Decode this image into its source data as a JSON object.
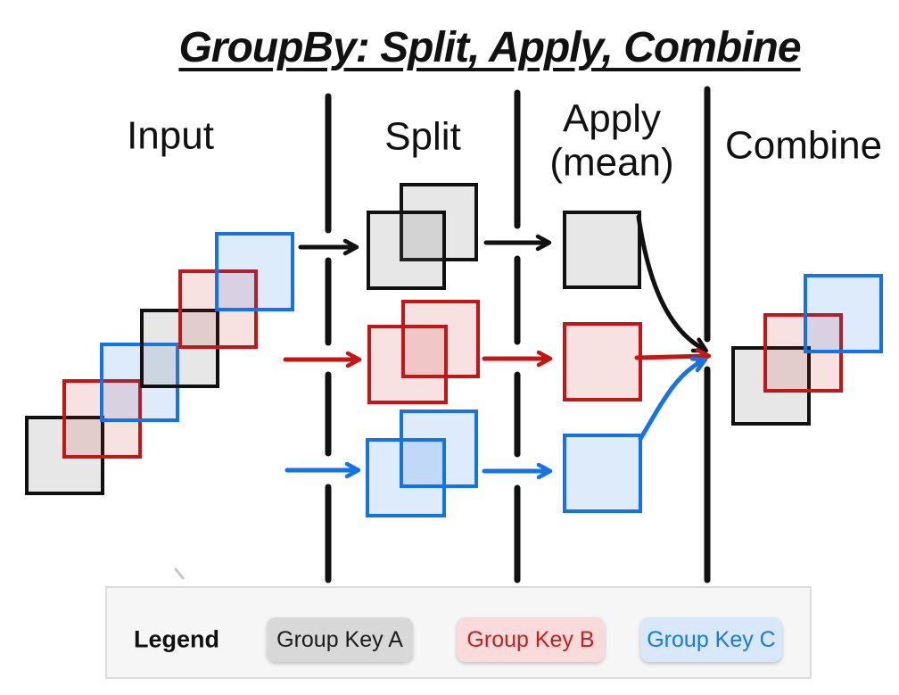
{
  "title": "GroupBy: Split, Apply, Combine",
  "columns": {
    "input": "Input",
    "split": "Split",
    "apply_line1": "Apply",
    "apply_line2": "(mean)",
    "combine": "Combine"
  },
  "legend": {
    "heading": "Legend",
    "items": [
      {
        "label": "Group Key A",
        "text_color": "#1c1c1c",
        "bg_color": "#d8d8d8"
      },
      {
        "label": "Group Key B",
        "text_color": "#c32020",
        "bg_color": "#fadbdb"
      },
      {
        "label": "Group Key C",
        "text_color": "#1878e4",
        "bg_color": "#d9e8f9"
      }
    ]
  },
  "diagram": {
    "group_keys": [
      {
        "id": "A",
        "color": "#111111"
      },
      {
        "id": "B",
        "color": "#c21717"
      },
      {
        "id": "C",
        "color": "#1673e6"
      }
    ],
    "input_sequence_bottom_to_top": [
      "A",
      "B",
      "C",
      "A",
      "B",
      "C"
    ],
    "split_groups": [
      {
        "key": "A",
        "count": 2
      },
      {
        "key": "B",
        "count": 2
      },
      {
        "key": "C",
        "count": 2
      }
    ],
    "apply_operation": "mean",
    "apply_results": [
      "A",
      "B",
      "C"
    ],
    "combine_sequence": [
      "A",
      "B",
      "C"
    ]
  },
  "colors": {
    "ink": "#111111",
    "red": "#c21717",
    "blue": "#1673e6",
    "gray_fill": "rgba(120,120,120,0.18)",
    "red_fill": "rgba(194,23,23,0.13)",
    "blue_fill": "rgba(22,115,230,0.14)",
    "legend_bg": "#f6f6f6",
    "legend_border": "#dcdcdc",
    "pill_a_bg": "#d8d8d8",
    "pill_a_text": "#1c1c1c",
    "pill_b_bg": "#fadbdb",
    "pill_b_text": "#c32020",
    "pill_c_bg": "#d9e8f9",
    "pill_c_text": "#1878e4"
  }
}
